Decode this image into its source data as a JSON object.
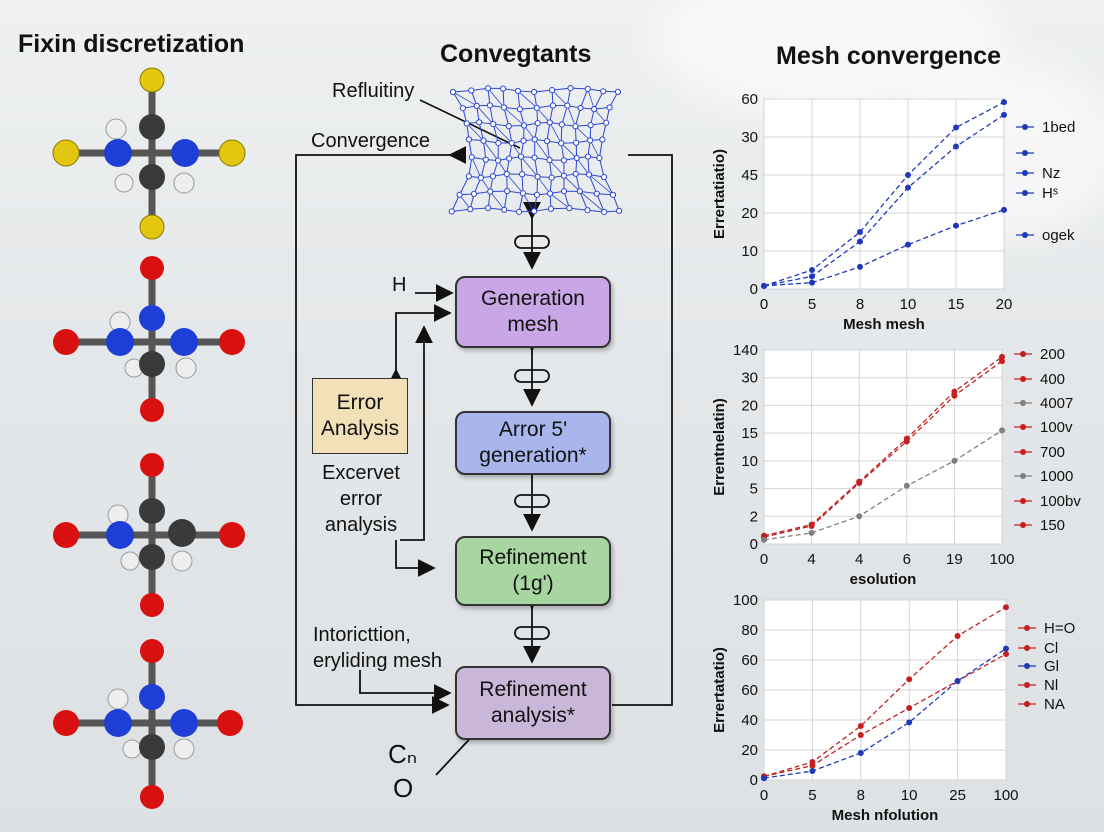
{
  "titles": {
    "left": "Fixin discretization",
    "center": "Convegtants",
    "right": "Mesh convergence"
  },
  "workflow": {
    "mesh_label": "Refluitiny",
    "convergence_label": "Convergence",
    "h_label": "H",
    "error_box": "Error\nAnalysis",
    "excervet_label": "Excervet\nerror\nanalysis",
    "interiction_label": "Intoricttion,\neryliding mesh",
    "formula_top": "Cₙ",
    "formula_bottom": "O",
    "boxes": [
      {
        "text": "Generation\nmesh",
        "color": "#c9a6e6"
      },
      {
        "text": "Arror 5ʹ\ngeneration*",
        "color": "#a9b6ee"
      },
      {
        "text": "Refinement\n(1gʹ)",
        "color": "#a8d6a0"
      },
      {
        "text": "Refinement\nanalysis*",
        "color": "#c9b6d9"
      }
    ]
  },
  "atom_colors": {
    "carbon": "#3a3a3a",
    "nitrogen": "#1f3ed6",
    "hydrogen": "#eeeeee",
    "sulfur": "#e3c60f",
    "oxygen": "#d81010"
  },
  "chart_data": [
    {
      "type": "line",
      "xlabel": "Mesh mesh",
      "ylabel": "Errertatiatio)",
      "categories": [
        "0",
        "5",
        "8",
        "10",
        "15",
        "20"
      ],
      "yticks": [
        "0",
        "10",
        "20",
        "45",
        "30",
        "60"
      ],
      "ylim": [
        0,
        60
      ],
      "grid": true,
      "legend_position": "right",
      "legend": [
        "1bed",
        "",
        "Nz",
        "Hˢ",
        "ogek"
      ],
      "series": [
        {
          "values": [
            1,
            6,
            18,
            36,
            51,
            59
          ],
          "color": "#1f3ab8"
        },
        {
          "values": [
            1,
            4,
            15,
            32,
            45,
            55
          ],
          "color": "#1f3ab8"
        },
        {
          "values": [
            1,
            2,
            7,
            14,
            20,
            25
          ],
          "color": "#1f3ab8"
        }
      ]
    },
    {
      "type": "line",
      "xlabel": "esolution",
      "ylabel": "Errentnelatin)",
      "categories": [
        "0",
        "4",
        "4",
        "6",
        "19",
        "100"
      ],
      "yticks": [
        "0",
        "2",
        "5",
        "10",
        "15",
        "20",
        "30",
        "140"
      ],
      "ylim": [
        0,
        140
      ],
      "grid": true,
      "legend_position": "right",
      "legend": [
        "200",
        "400",
        "4007",
        "100v",
        "700",
        "1000",
        "100bv",
        "150"
      ],
      "series": [
        {
          "values": [
            6,
            14,
            45,
            76,
            110,
            135
          ],
          "color": "#c42020"
        },
        {
          "values": [
            5,
            13,
            44,
            74,
            107,
            132
          ],
          "color": "#c42020"
        },
        {
          "values": [
            3,
            8,
            20,
            42,
            60,
            82
          ],
          "color": "#808080"
        }
      ]
    },
    {
      "type": "line",
      "xlabel": "Mesh nfolution",
      "ylabel": "Errertatatio)",
      "categories": [
        "0",
        "5",
        "8",
        "10",
        "25",
        "100"
      ],
      "yticks": [
        "0",
        "20",
        "40",
        "60",
        "60",
        "80",
        "100"
      ],
      "ylim": [
        0,
        100
      ],
      "grid": true,
      "legend_position": "right",
      "legend": [
        "H=O",
        "Cl",
        "Gl",
        "Nl",
        "NA"
      ],
      "series": [
        {
          "values": [
            2,
            10,
            30,
            56,
            80,
            96
          ],
          "color": "#c42020"
        },
        {
          "values": [
            2,
            8,
            25,
            40,
            55,
            70
          ],
          "color": "#c42020"
        },
        {
          "values": [
            1,
            5,
            15,
            32,
            55,
            73
          ],
          "color": "#1f3ab8"
        }
      ]
    }
  ]
}
